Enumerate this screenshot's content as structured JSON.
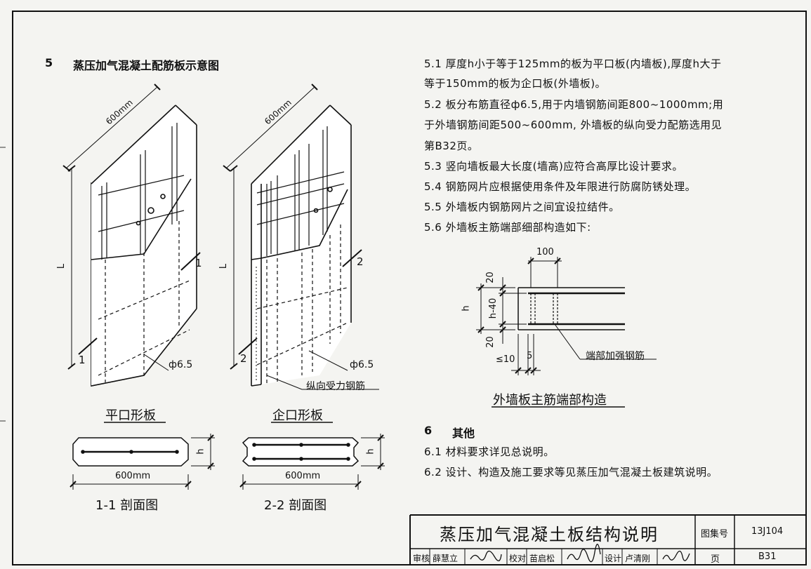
{
  "section5": {
    "number": "5",
    "title": "蒸压加气混凝土配筋板示意图",
    "items": [
      "5.1 厚度h小于等于125mm的板为平口板(内墙板),厚度h大于",
      "等于150mm的板为企口板(外墙板)。",
      "5.2 板分布筋直径ф6.5,用于内墙钢筋间距800~1000mm;用",
      "于外墙钢筋间距500~600mm, 外墙板的纵向受力配筋选用见",
      "第B32页。",
      "5.3 竖向墙板最大长度(墙高)应符合高厚比设计要求。",
      "5.4 钢筋网片应根据使用条件及年限进行防腐防锈处理。",
      "5.5 外墙板内钢筋网片之间宜设拉结件。",
      "5.6 外墙板主筋端部细部构造如下:"
    ]
  },
  "left_panel": {
    "dim_width": "600mm",
    "dim_length": "L",
    "section_mark": "1",
    "rebar_label": "ф6.5",
    "caption": "平口形板",
    "section_view_width": "600mm",
    "section_view_h": "h",
    "section_caption": "1-1 剖面图"
  },
  "right_panel": {
    "dim_width": "600mm",
    "dim_length": "L",
    "section_mark": "2",
    "rebar_label": "ф6.5",
    "long_rebar_label": "纵向受力钢筋",
    "caption": "企口形板",
    "section_view_width": "600mm",
    "section_view_h": "h",
    "section_caption": "2-2 剖面图"
  },
  "detail": {
    "dim_100": "100",
    "dim_20_top": "20",
    "dim_h40": "h-40",
    "dim_h": "h",
    "dim_20_bottom": "20",
    "dim_10": "≤10",
    "dim_5": "5",
    "label_end_rebar": "端部加强钢筋",
    "caption": "外墙板主筋端部构造"
  },
  "section6": {
    "number": "6",
    "title": "其他",
    "items": [
      "6.1 材料要求详见总说明。",
      "6.2 设计、构造及施工要求等见蒸压加气混凝土板建筑说明。"
    ]
  },
  "title_block": {
    "title": "蒸压加气混凝土板结构说明",
    "atlas_label": "图集号",
    "atlas_value": "13J104",
    "page_label": "页",
    "page_value": "B31",
    "review_label": "审核",
    "review_name": "薛慧立",
    "check_label": "校对",
    "check_name": "苗启松",
    "design_label": "设计",
    "design_name": "卢清刚"
  }
}
